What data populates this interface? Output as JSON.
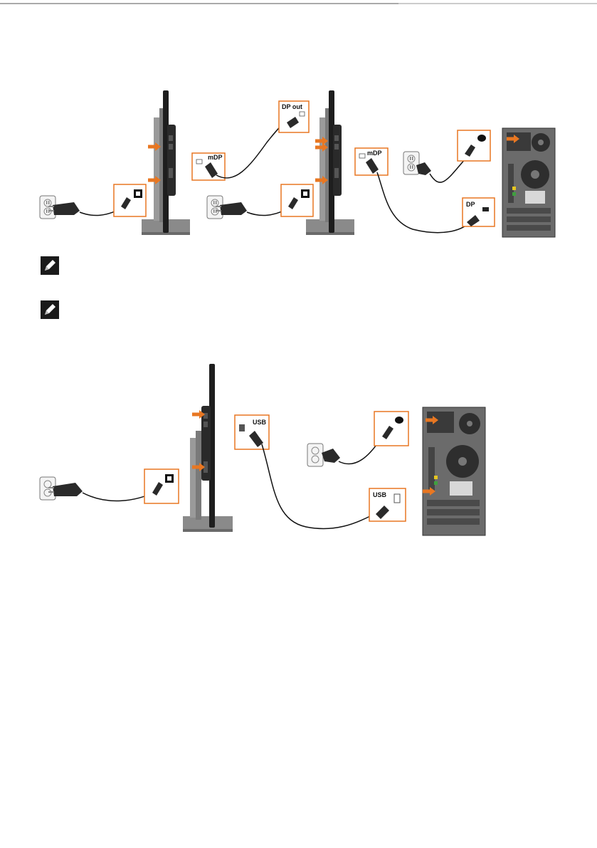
{
  "figures": {
    "daisy_chain": {
      "mdp_label_1": "mDP",
      "dp_out_label": "DP out",
      "mdp_label_2": "mDP",
      "dp_label": "DP"
    },
    "usb_connection": {
      "usb_label_monitor": "USB",
      "usb_label_computer": "USB"
    }
  },
  "notes": [
    {
      "icon": "note-pencil-icon",
      "text": ""
    },
    {
      "icon": "note-pencil-icon",
      "text": ""
    }
  ],
  "colors": {
    "accent_orange": "#e87722",
    "monitor_dark": "#1e1e1e",
    "stand_gray": "#8a8a8a",
    "tower_gray": "#6b6b6b"
  }
}
